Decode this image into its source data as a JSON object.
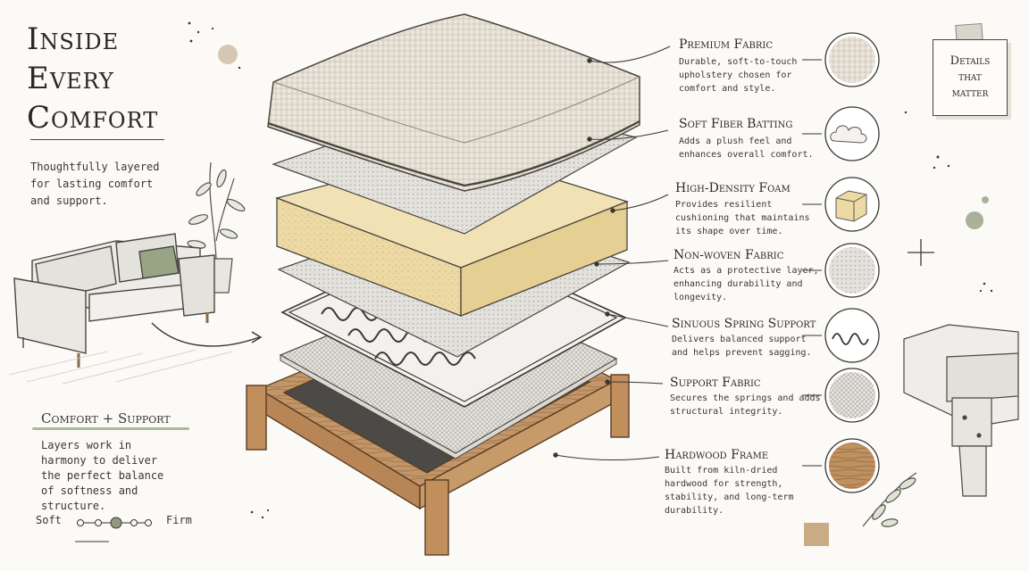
{
  "heading": {
    "title_lines": [
      "Inside",
      "Every",
      "Comfort"
    ],
    "intro": "Thoughtfully layered for lasting comfort and support."
  },
  "comfort_support": {
    "title": "Comfort + Support",
    "text": "Layers work in harmony to deliver the perfect balance of softness and structure.",
    "scale": {
      "left": "Soft",
      "right": "Firm",
      "levels": 5,
      "selected": 3
    }
  },
  "details_note": {
    "text": "Details that matter"
  },
  "layers": [
    {
      "label": "Premium Fabric",
      "description": "Durable, soft-to-touch upholstery chosen for comfort and style.",
      "icon": "fabric-weave-icon"
    },
    {
      "label": "Soft Fiber Batting",
      "description": "Adds a plush feel and enhances overall comfort.",
      "icon": "fiber-cloud-icon"
    },
    {
      "label": "High-Density Foam",
      "description": "Provides resilient cushioning that maintains its shape over time.",
      "icon": "foam-cube-icon"
    },
    {
      "label": "Non-woven Fabric",
      "description": "Acts as a protective layer, enhancing durability and longevity.",
      "icon": "nonwoven-texture-icon"
    },
    {
      "label": "Sinuous Spring Support",
      "description": "Delivers balanced support and helps prevent sagging.",
      "icon": "spring-wave-icon"
    },
    {
      "label": "Support Fabric",
      "description": "Secures the springs and adds structural integrity.",
      "icon": "mesh-fabric-icon"
    },
    {
      "label": "Hardwood Frame",
      "description": "Built from kiln-dried hardwood for strength, stability, and long-term durability.",
      "icon": "wood-grain-icon"
    }
  ],
  "colors": {
    "ink": "#2e2b27",
    "sage": "#9aa688",
    "foam": "#ecd9a4",
    "wood": "#b98a5a",
    "paper": "#fbfaf7"
  }
}
